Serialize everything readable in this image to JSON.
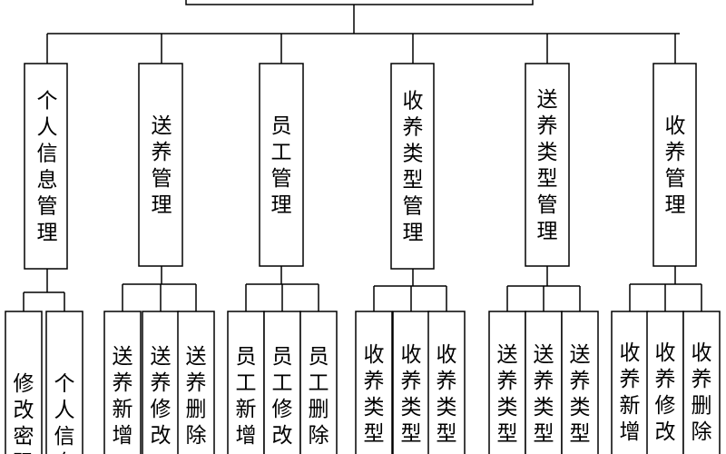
{
  "root": {
    "label": ""
  },
  "modules": [
    {
      "label": "个人信息管理",
      "children": [
        "修改密码",
        "个人信息"
      ]
    },
    {
      "label": "送养管理",
      "children": [
        "送养新增",
        "送养修改",
        "送养删除"
      ]
    },
    {
      "label": "员工管理",
      "children": [
        "员工新增",
        "员工修改",
        "员工删除"
      ]
    },
    {
      "label": "收养类型管理",
      "children": [
        "收养类型",
        "收养类型",
        "收养类型"
      ]
    },
    {
      "label": "送养类型管理",
      "children": [
        "送养类型",
        "送养类型",
        "送养类型"
      ]
    },
    {
      "label": "收养管理",
      "children": [
        "收养新增",
        "收养修改",
        "收养删除"
      ]
    }
  ]
}
